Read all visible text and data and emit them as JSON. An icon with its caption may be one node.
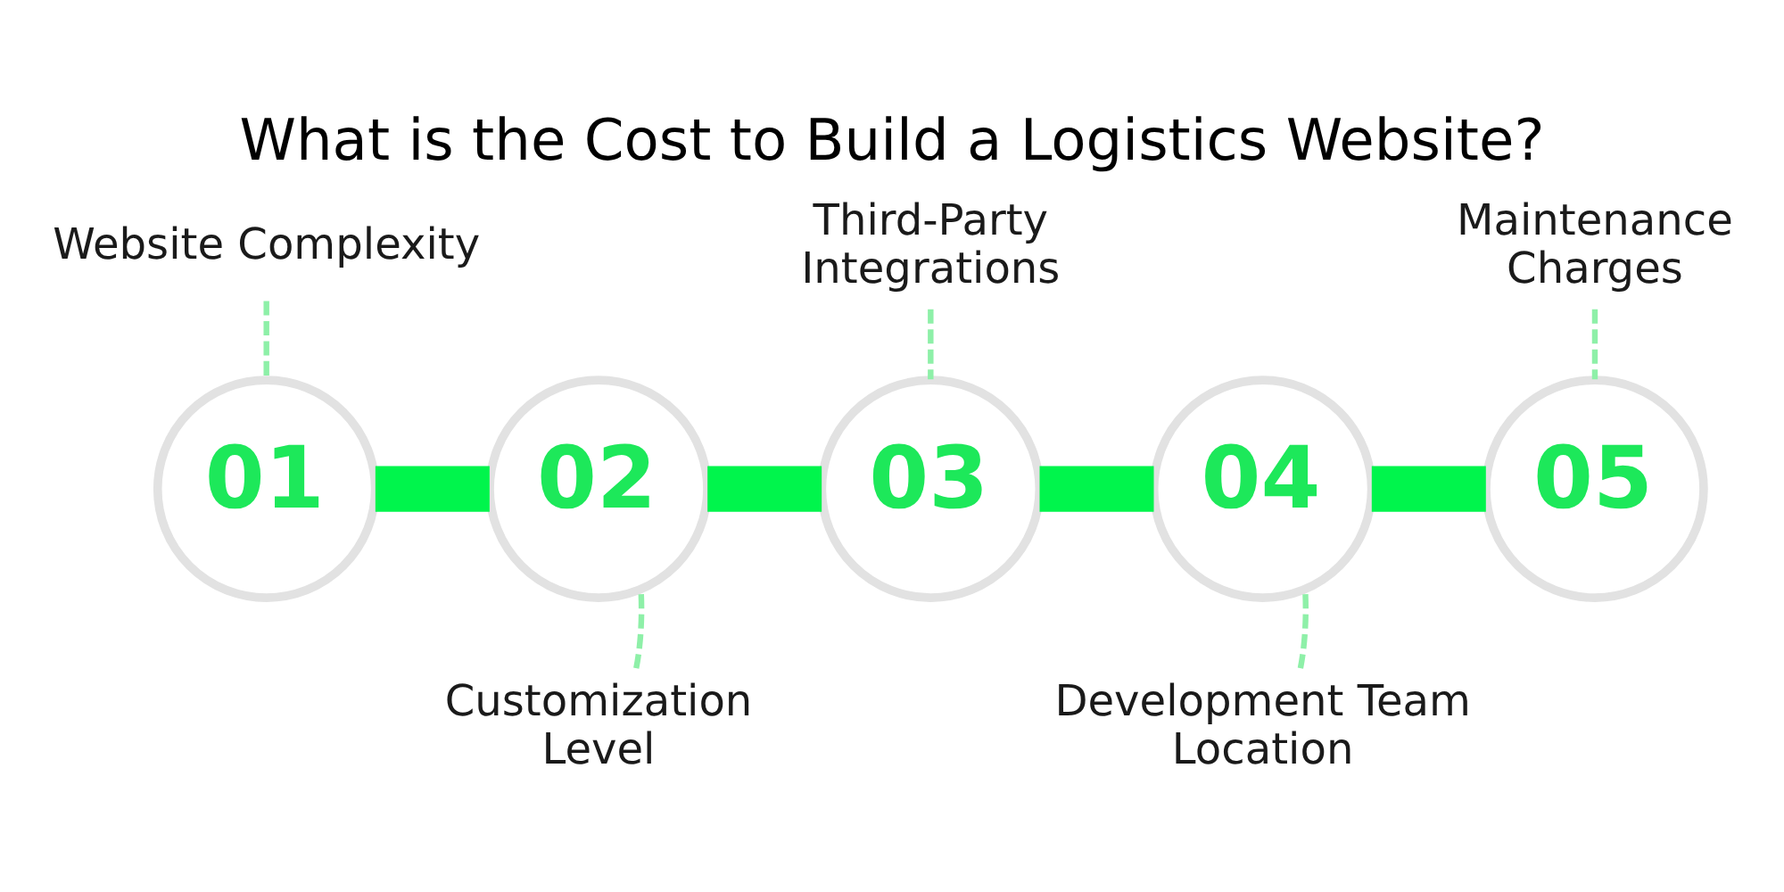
{
  "diagram": {
    "title": "What is the Cost to Build a Logistics Website?",
    "nodes": [
      {
        "text": [
          "Website Complexity"
        ]
      },
      {
        "text": [
          "Third-Party Integrations"
        ]
      },
      {
        "text": [
          "Maintenance Charges"
        ]
      },
      {
        "text": [
          "01"
        ]
      },
      {
        "text": [
          "02"
        ]
      },
      {
        "text": [
          "03"
        ]
      },
      {
        "text": [
          "04"
        ]
      },
      {
        "text": [
          "05"
        ]
      },
      {
        "text": [
          "Customization Level"
        ]
      },
      {
        "text": [
          "Development Team Location"
        ]
      }
    ],
    "edges": [
      {
        "from": 0,
        "to": 3,
        "arrow": "none",
        "style": "dashed"
      },
      {
        "from": 1,
        "to": 5,
        "arrow": "none",
        "style": "dashed"
      },
      {
        "from": 2,
        "to": 7,
        "arrow": "none",
        "style": "dashed"
      },
      {
        "from": 8,
        "to": 4,
        "arrow": "none",
        "style": "dashed"
      },
      {
        "from": 9,
        "to": 6,
        "arrow": "none",
        "style": "dashed"
      },
      {
        "from": 3,
        "to": 4,
        "arrow": "none",
        "style": "thick",
        "color": "#00f54c"
      },
      {
        "from": 4,
        "to": 5,
        "arrow": "none",
        "style": "thick",
        "color": "#00f54c"
      },
      {
        "from": 5,
        "to": 6,
        "arrow": "none",
        "style": "thick",
        "color": "#00f54c"
      },
      {
        "from": 6,
        "to": 7,
        "arrow": "none",
        "style": "thick",
        "color": "#00f54c"
      }
    ]
  }
}
